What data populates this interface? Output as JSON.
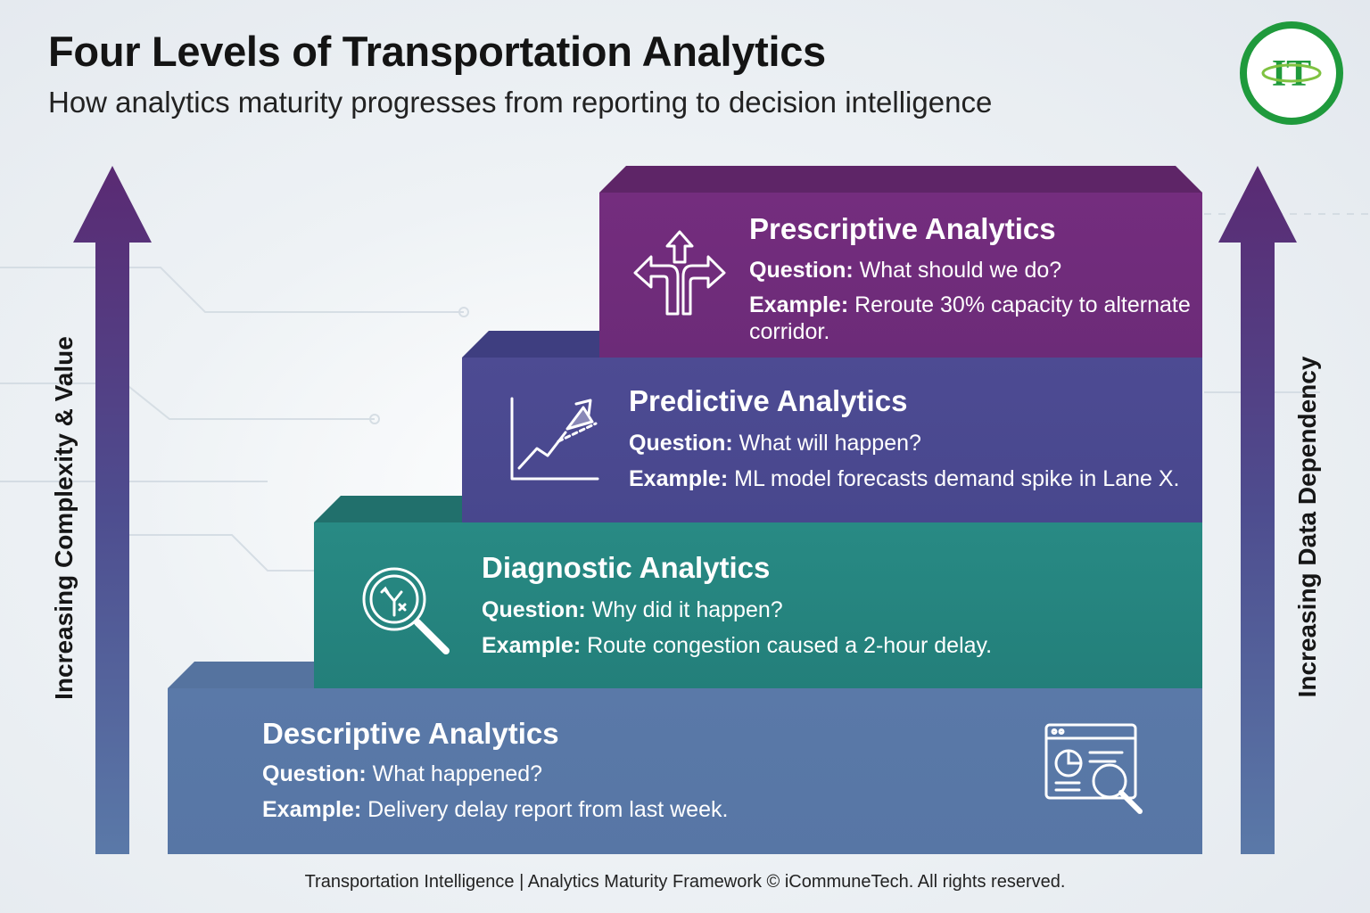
{
  "header": {
    "title": "Four Levels of Transportation Analytics",
    "subtitle": "How analytics maturity progresses from reporting to decision intelligence",
    "logo_text": "IT"
  },
  "axes": {
    "left_label": "Increasing Complexity & Value",
    "right_label": "Increasing Data Dependency"
  },
  "levels": [
    {
      "title": "Descriptive Analytics",
      "question_label": "Question:",
      "question": "What happened?",
      "example_label": "Example:",
      "example": "Delivery delay report from last week.",
      "icon": "dashboard-magnifier-icon",
      "color": "#5a79a8"
    },
    {
      "title": "Diagnostic Analytics",
      "question_label": "Question:",
      "question": "Why did it happen?",
      "example_label": "Example:",
      "example": "Route congestion caused a 2-hour delay.",
      "icon": "magnifier-fork-icon",
      "color": "#288a84"
    },
    {
      "title": "Predictive Analytics",
      "question_label": "Question:",
      "question": "What will happen?",
      "example_label": "Example:",
      "example": "ML model forecasts demand spike in Lane X.",
      "icon": "trend-chart-icon",
      "color": "#4d4b93"
    },
    {
      "title": "Prescriptive Analytics",
      "question_label": "Question:",
      "question": "What should we do?",
      "example_label": "Example:",
      "example_line1": "Reroute 30% capacity to alternate",
      "example_line2": "corridor.",
      "icon": "direction-arrows-icon",
      "color": "#742d7e"
    }
  ],
  "footer": "Transportation Intelligence | Analytics Maturity Framework © iCommuneTech. All rights reserved.",
  "colors": {
    "arrow_top": "#5a2a73",
    "arrow_bottom": "#5a79a8",
    "logo_ring": "#1f9a3c"
  }
}
